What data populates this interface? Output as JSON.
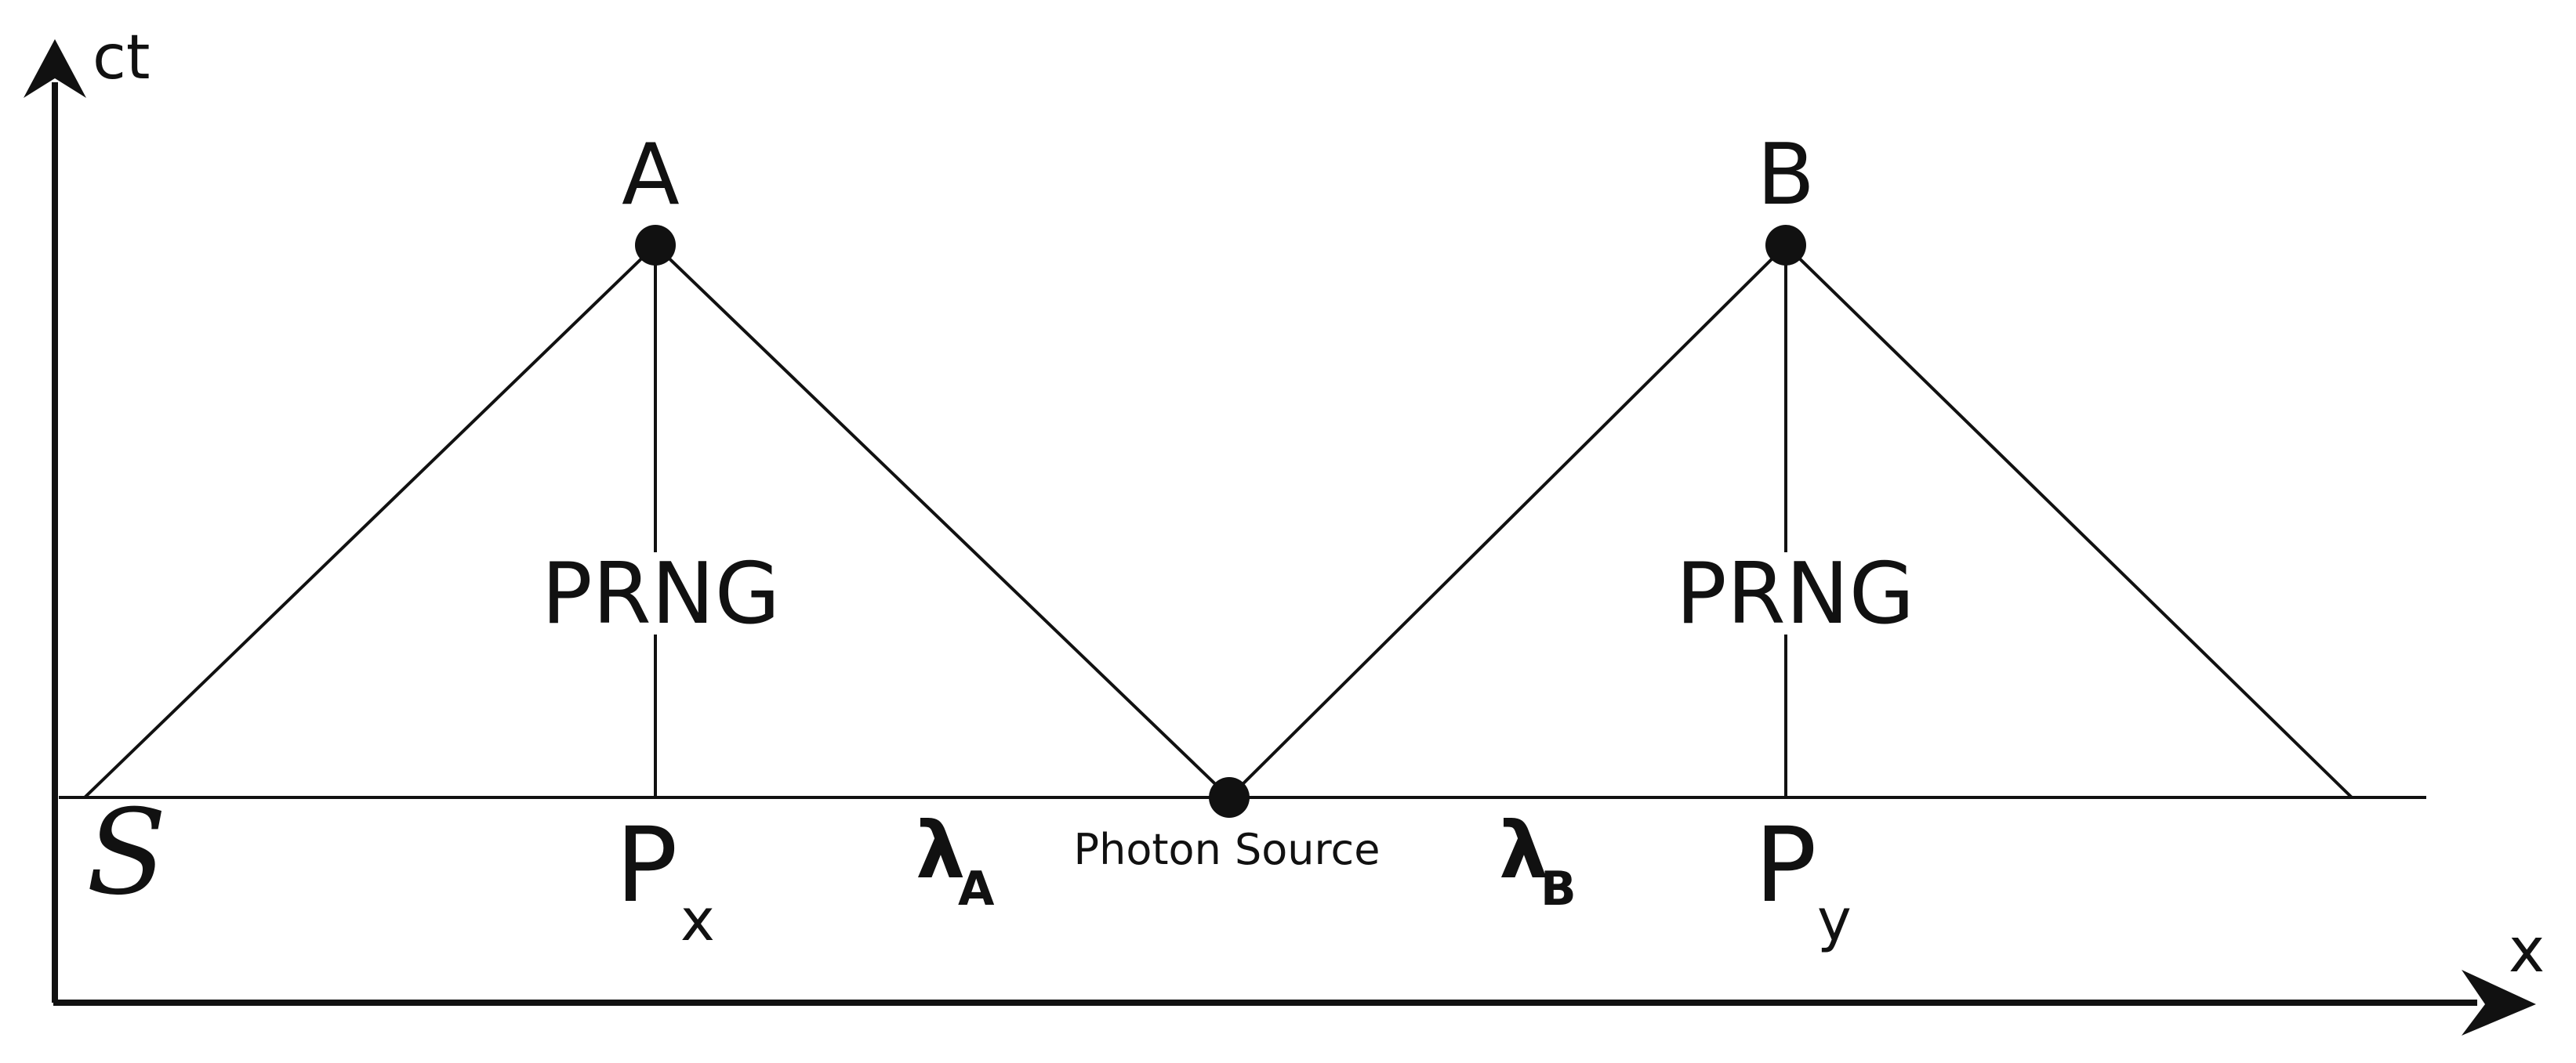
{
  "axes": {
    "vertical_label": "ct",
    "horizontal_label": "x"
  },
  "events": {
    "a_label": "A",
    "b_label": "B",
    "source_label": "Photon Source"
  },
  "worldlines": {
    "left_label": "PRNG",
    "right_label": "PRNG"
  },
  "baseline": {
    "s_label": "S",
    "px_main": "P",
    "px_sub": "x",
    "py_main": "P",
    "py_sub": "y",
    "lambda_a_main": "λ",
    "lambda_a_sub": "A",
    "lambda_b_main": "λ",
    "lambda_b_sub": "B"
  },
  "colors": {
    "ink": "#111111",
    "background": "#ffffff"
  }
}
